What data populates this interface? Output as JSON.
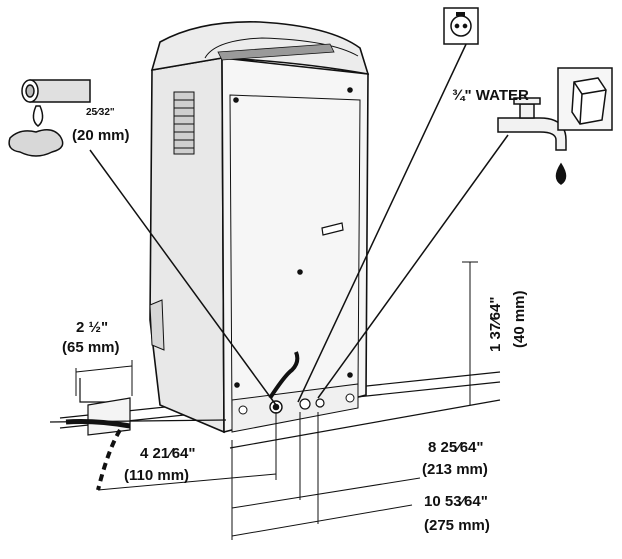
{
  "diagram": {
    "drain_size": {
      "fraction": "25⁄32\"",
      "metric": "(20 mm)"
    },
    "water_label": "¾\" WATER",
    "side_clearance": {
      "imperial": "2 ½\"",
      "metric": "(65 mm)"
    },
    "height_dim": {
      "imperial": "1 37⁄64\"",
      "metric": "(40 mm)"
    },
    "dim_110": {
      "imperial": "4 21⁄64\"",
      "metric": "(110 mm)"
    },
    "dim_213": {
      "imperial": "8 25⁄64\"",
      "metric": "(213 mm)"
    },
    "dim_275": {
      "imperial": "10 53⁄64\"",
      "metric": "(275 mm)"
    }
  },
  "colors": {
    "line": "#111111",
    "body": "#f4f4f4",
    "shade": "#dcdcdc"
  }
}
